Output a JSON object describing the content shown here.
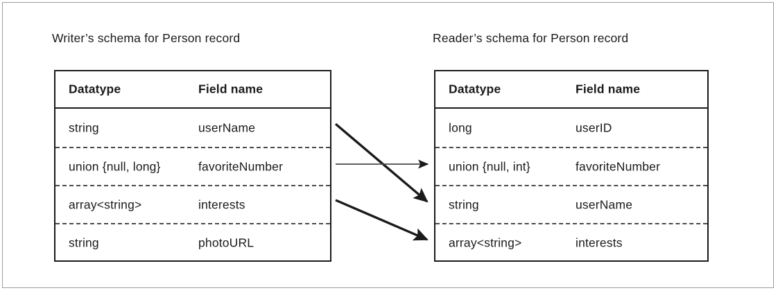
{
  "figure": {
    "writer": {
      "title": "Writer’s schema for Person record",
      "columns": {
        "datatype": "Datatype",
        "field_name": "Field name"
      },
      "rows": [
        {
          "datatype": "string",
          "field": "userName"
        },
        {
          "datatype": "union {null, long}",
          "field": "favoriteNumber"
        },
        {
          "datatype": "array<string>",
          "field": "interests"
        },
        {
          "datatype": "string",
          "field": "photoURL"
        }
      ]
    },
    "reader": {
      "title": "Reader’s schema for Person record",
      "columns": {
        "datatype": "Datatype",
        "field_name": "Field name"
      },
      "rows": [
        {
          "datatype": "long",
          "field": "userID"
        },
        {
          "datatype": "union {null, int}",
          "field": "favoriteNumber"
        },
        {
          "datatype": "string",
          "field": "userName"
        },
        {
          "datatype": "array<string>",
          "field": "interests"
        }
      ]
    },
    "mappings": [
      {
        "from_field": "userName",
        "to_field": "userName",
        "style": "thick-diagonal"
      },
      {
        "from_field": "favoriteNumber",
        "to_field": "favoriteNumber",
        "style": "thin-horizontal"
      },
      {
        "from_field": "interests",
        "to_field": "interests",
        "style": "thick-diagonal"
      }
    ],
    "colors": {
      "border": "#1a1a1a",
      "outer_border": "#9b9b9b",
      "row_divider": "#4a4a4a",
      "arrow": "#1a1a1a",
      "background": "#ffffff"
    }
  }
}
